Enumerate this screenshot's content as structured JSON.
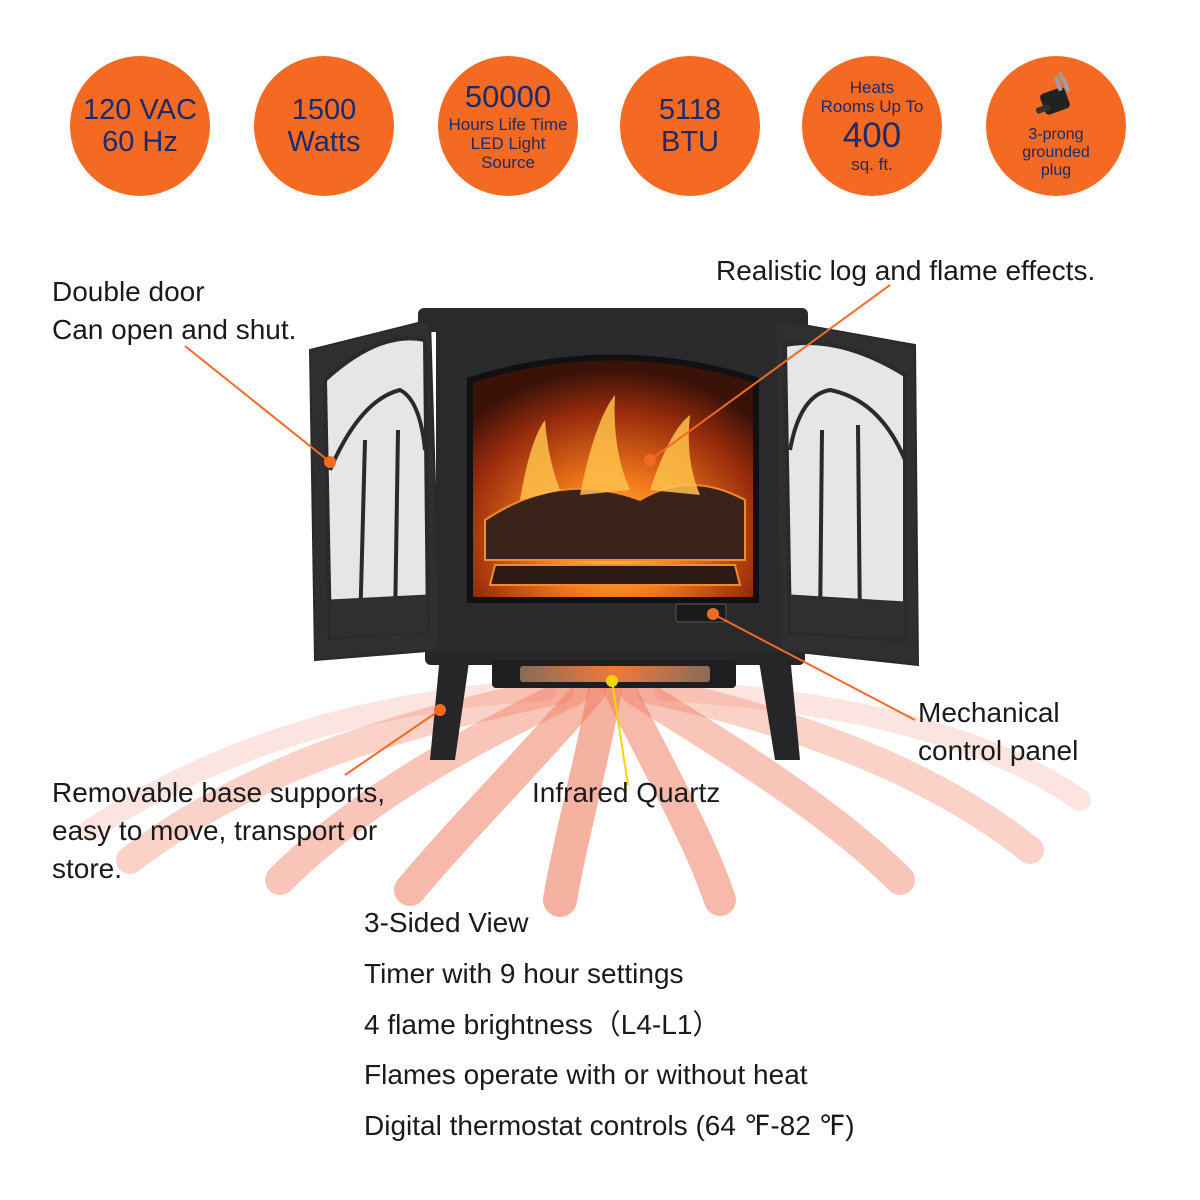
{
  "colors": {
    "badge": "#f46a23",
    "badge_text": "#1b2b6b",
    "leader_line": "#f46a23",
    "quartz_line": "#f5d400",
    "stove_body": "#2a2a2c",
    "heat_waves": "#f07f62"
  },
  "badges": [
    {
      "lines": [
        "120 VAC",
        "60 Hz"
      ]
    },
    {
      "lines": [
        "1500",
        "Watts"
      ]
    },
    {
      "lines": [
        "50000",
        "Hours Life Time",
        "LED Light",
        "Source"
      ]
    },
    {
      "lines": [
        "5118",
        "BTU"
      ]
    },
    {
      "lines": [
        "Heats",
        "Rooms Up To",
        "400",
        "sq. ft."
      ]
    },
    {
      "icon": "plug-icon",
      "lines": [
        "3-prong",
        "grounded",
        "plug"
      ]
    }
  ],
  "callouts": {
    "doors": [
      "Double door",
      "Can open and shut."
    ],
    "flame": "Realistic log and flame effects.",
    "panel": [
      "Mechanical",
      "control panel"
    ],
    "base": [
      "Removable base supports,",
      "easy to move, transport or",
      "store."
    ],
    "quartz": "Infrared Quartz"
  },
  "features": [
    "3-Sided View",
    "Timer with 9 hour settings",
    "4 flame brightness（L4-L1）",
    "Flames operate with or without heat",
    "Digital thermostat controls (64 ℉-82 ℉)"
  ]
}
